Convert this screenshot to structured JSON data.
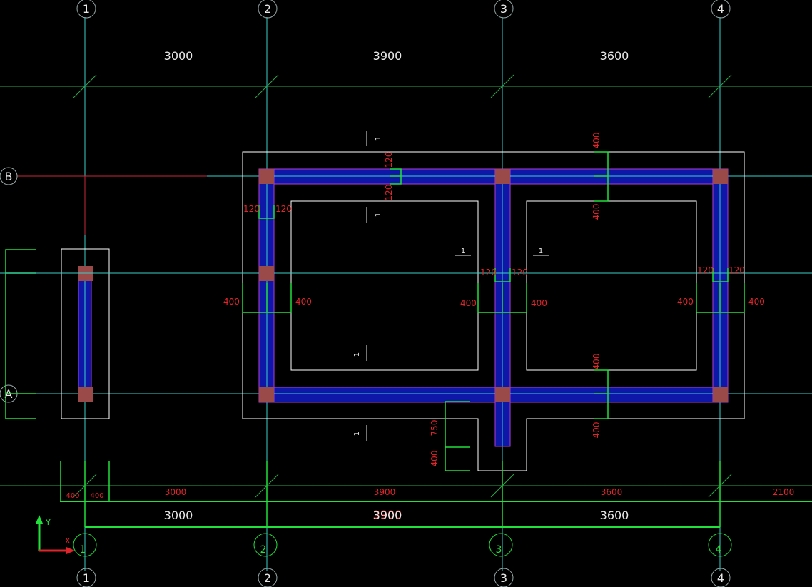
{
  "axes": {
    "columns": [
      "1",
      "2",
      "3",
      "4"
    ],
    "rows": [
      "B",
      "A"
    ]
  },
  "dims": {
    "top_spans": [
      "3000",
      "3900",
      "3600"
    ],
    "bottom_spans": [
      "3000",
      "3900",
      "3600"
    ],
    "bottom_spans_small": [
      "3000",
      "3900",
      "3600"
    ],
    "bottom_extra": "2100",
    "footing_left": "400",
    "footing_right": "400",
    "overlap_text": "3900",
    "beam_w_top": "120",
    "beam_w_bottom": "120",
    "wall_left": "120",
    "wall_right": "120",
    "hor_400": "400",
    "vert_400": "400",
    "offset_750": "750",
    "section_mark": "1"
  },
  "ucs": {
    "x": "X",
    "y": "Y"
  },
  "colors": {
    "bg": "#000000",
    "axis_line": "#39d0c8",
    "grid_green": "#2ea84a",
    "dim_green": "#22e03a",
    "beam_fill": "#0e17a8",
    "beam_edge": "#b33cd6",
    "column": "#9b4a4a",
    "outline": "#ffffff",
    "dim_red": "#e0242a",
    "text_white": "#e8e8e8",
    "axis_red": "#c8283a"
  }
}
